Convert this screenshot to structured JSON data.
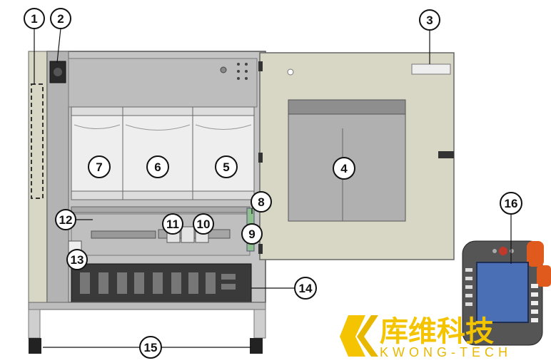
{
  "callouts": [
    {
      "id": "1",
      "label": "1"
    },
    {
      "id": "2",
      "label": "2"
    },
    {
      "id": "3",
      "label": "3"
    },
    {
      "id": "4",
      "label": "4"
    },
    {
      "id": "5",
      "label": "5"
    },
    {
      "id": "6",
      "label": "6"
    },
    {
      "id": "7",
      "label": "7"
    },
    {
      "id": "8",
      "label": "8"
    },
    {
      "id": "9",
      "label": "9"
    },
    {
      "id": "10",
      "label": "10"
    },
    {
      "id": "11",
      "label": "11"
    },
    {
      "id": "12",
      "label": "12"
    },
    {
      "id": "13",
      "label": "13"
    },
    {
      "id": "14",
      "label": "14"
    },
    {
      "id": "15",
      "label": "15"
    },
    {
      "id": "16",
      "label": "16"
    }
  ],
  "watermark": {
    "name_cn": "库维科技",
    "name_en": "KWONG-TECH"
  },
  "colors": {
    "cabinet": "#c9c9c9",
    "door": "#d8d6c4",
    "pendant_body": "#555555",
    "pendant_screen": "#4a6fb5",
    "pendant_bumper": "#e05a1e",
    "watermark": "#f5c400"
  }
}
